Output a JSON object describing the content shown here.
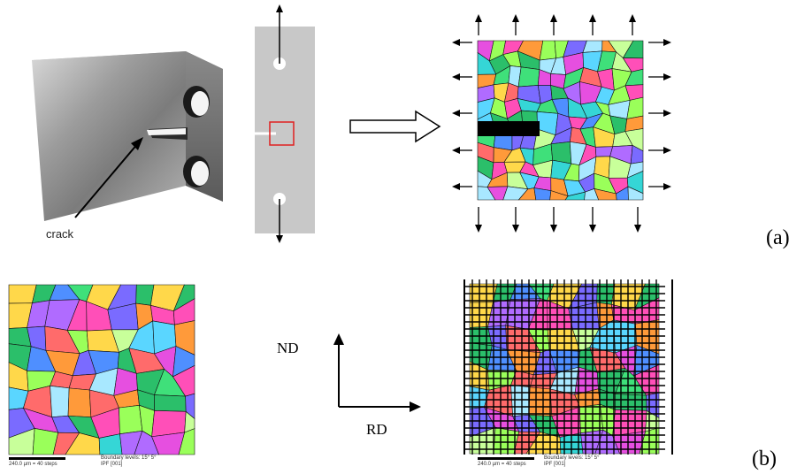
{
  "panel_a": {
    "crack_label": "crack",
    "label": "(a)"
  },
  "panel_b": {
    "nd_label": "ND",
    "rd_label": "RD",
    "label": "(b)",
    "left_map": {
      "scale_text": "240.0 µm = 40 steps",
      "boundary_text": "Boundary levels: 15° 5°",
      "ipf_text": "IPF [001]"
    },
    "right_map": {
      "scale_text": "240.0 µm = 40 steps",
      "boundary_text": "Boundary levels: 15° 5°",
      "ipf_text": "IPF [001]"
    }
  },
  "colors": {
    "grain_palette": [
      "#3fe07a",
      "#ff4fb8",
      "#4f8fff",
      "#ffd84a",
      "#35d6d6",
      "#b06bff",
      "#ff6b6b",
      "#9aff5a",
      "#5ad6ff",
      "#ff9a3a",
      "#c8ff9a",
      "#7a6bff",
      "#e64fe0",
      "#2bbf6a",
      "#a8e8ff"
    ],
    "red_box": "#e02020",
    "specimen_strip": "#c8c8c8"
  }
}
